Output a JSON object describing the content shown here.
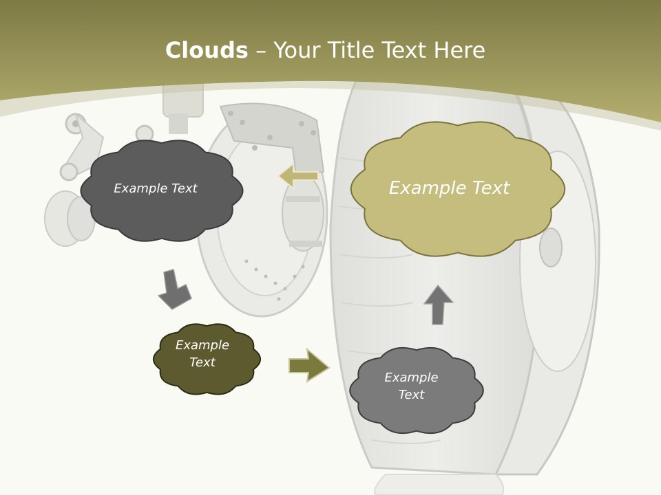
{
  "slide": {
    "title_bold": "Clouds",
    "title_dash": " – ",
    "title_rest": "Your Title Text Here"
  },
  "clouds": [
    {
      "text": "Example Text",
      "fill": "#5c5c5c"
    },
    {
      "text": "Example Text",
      "fill": "#c4bd7e"
    },
    {
      "text_line1": "Example",
      "text_line2": "Text",
      "fill": "#5c5a2e"
    },
    {
      "text_line1": "Example",
      "text_line2": "Text",
      "fill": "#7b7b7b"
    }
  ],
  "colors": {
    "header": "#a09c5a",
    "background": "#fafaf5",
    "arrow_gray": "#6f6f6f",
    "arrow_olive": "#7a7a3c",
    "arrow_tan": "#b8ac6a"
  },
  "icons": [
    "arrow-down-right-icon",
    "arrow-right-icon",
    "arrow-up-icon",
    "arrow-left-icon"
  ]
}
